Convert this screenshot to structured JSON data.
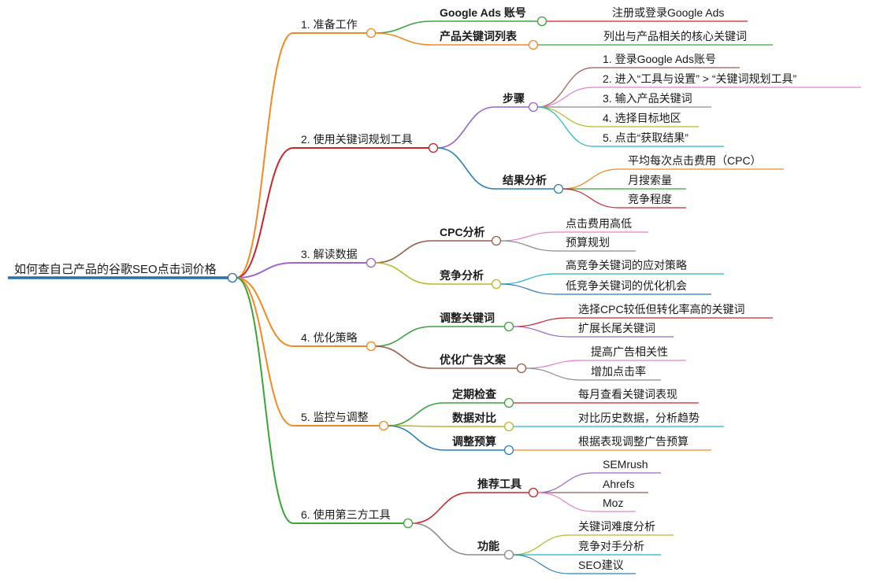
{
  "root": {
    "label": "如何查自己产品的谷歌SEO点击词价格"
  },
  "colors": {
    "root": "#2c6fab",
    "orange": "#f08a24",
    "red": "#c9252b",
    "purple": "#9a66c9",
    "green": "#3ba43b",
    "brown": "#9b5b4b",
    "pink": "#e67fc6",
    "gray": "#8a8a8a",
    "olive": "#b8b82a",
    "cyan": "#21b5c9",
    "blue": "#2c7fb8"
  },
  "branches": [
    {
      "label": "1. 准备工作",
      "color": "orange",
      "children": [
        {
          "label": "Google Ads 账号",
          "color": "green",
          "children": [
            {
              "label": "注册或登录Google Ads",
              "color": "red"
            }
          ]
        },
        {
          "label": "产品关键词列表",
          "color": "orange",
          "children": [
            {
              "label": "列出与产品相关的核心关键词",
              "color": "green"
            }
          ]
        }
      ]
    },
    {
      "label": "2. 使用关键词规划工具",
      "color": "red",
      "children": [
        {
          "label": "步骤",
          "color": "purple",
          "children": [
            {
              "label": "1. 登录Google Ads账号",
              "color": "brown"
            },
            {
              "label": "2. 进入“工具与设置” > “关键词规划工具”",
              "color": "pink"
            },
            {
              "label": "3. 输入产品关键词",
              "color": "gray"
            },
            {
              "label": "4. 选择目标地区",
              "color": "olive"
            },
            {
              "label": "5. 点击“获取结果”",
              "color": "cyan"
            }
          ]
        },
        {
          "label": "结果分析",
          "color": "blue",
          "children": [
            {
              "label": "平均每次点击费用（CPC）",
              "color": "orange"
            },
            {
              "label": "月搜索量",
              "color": "green"
            },
            {
              "label": "竞争程度",
              "color": "red"
            }
          ]
        }
      ]
    },
    {
      "label": "3. 解读数据",
      "color": "purple",
      "children": [
        {
          "label": "CPC分析",
          "color": "brown",
          "children": [
            {
              "label": "点击费用高低",
              "color": "pink"
            },
            {
              "label": "预算规划",
              "color": "gray"
            }
          ]
        },
        {
          "label": "竞争分析",
          "color": "olive",
          "children": [
            {
              "label": "高竞争关键词的应对策略",
              "color": "cyan"
            },
            {
              "label": "低竞争关键词的优化机会",
              "color": "blue"
            }
          ]
        }
      ]
    },
    {
      "label": "4. 优化策略",
      "color": "orange",
      "children": [
        {
          "label": "调整关键词",
          "color": "green",
          "children": [
            {
              "label": "选择CPC较低但转化率高的关键词",
              "color": "red"
            },
            {
              "label": "扩展长尾关键词",
              "color": "purple"
            }
          ]
        },
        {
          "label": "优化广告文案",
          "color": "brown",
          "children": [
            {
              "label": "提高广告相关性",
              "color": "pink"
            },
            {
              "label": "增加点击率",
              "color": "gray"
            }
          ]
        }
      ]
    },
    {
      "label": "5. 监控与调整",
      "color": "orange",
      "children": [
        {
          "label": "定期检查",
          "color": "green",
          "children": [
            {
              "label": "每月查看关键词表现",
              "color": "red"
            }
          ]
        },
        {
          "label": "数据对比",
          "color": "olive",
          "children": [
            {
              "label": "对比历史数据，分析趋势",
              "color": "cyan"
            }
          ]
        },
        {
          "label": "调整预算",
          "color": "blue",
          "children": [
            {
              "label": "根据表现调整广告预算",
              "color": "orange"
            }
          ]
        }
      ]
    },
    {
      "label": "6. 使用第三方工具",
      "color": "green",
      "children": [
        {
          "label": "推荐工具",
          "color": "red",
          "children": [
            {
              "label": "SEMrush",
              "color": "purple"
            },
            {
              "label": "Ahrefs",
              "color": "brown"
            },
            {
              "label": "Moz",
              "color": "pink"
            }
          ]
        },
        {
          "label": "功能",
          "color": "gray",
          "children": [
            {
              "label": "关键词难度分析",
              "color": "olive"
            },
            {
              "label": "竞争对手分析",
              "color": "cyan"
            },
            {
              "label": "SEO建议",
              "color": "blue"
            }
          ]
        }
      ]
    }
  ]
}
